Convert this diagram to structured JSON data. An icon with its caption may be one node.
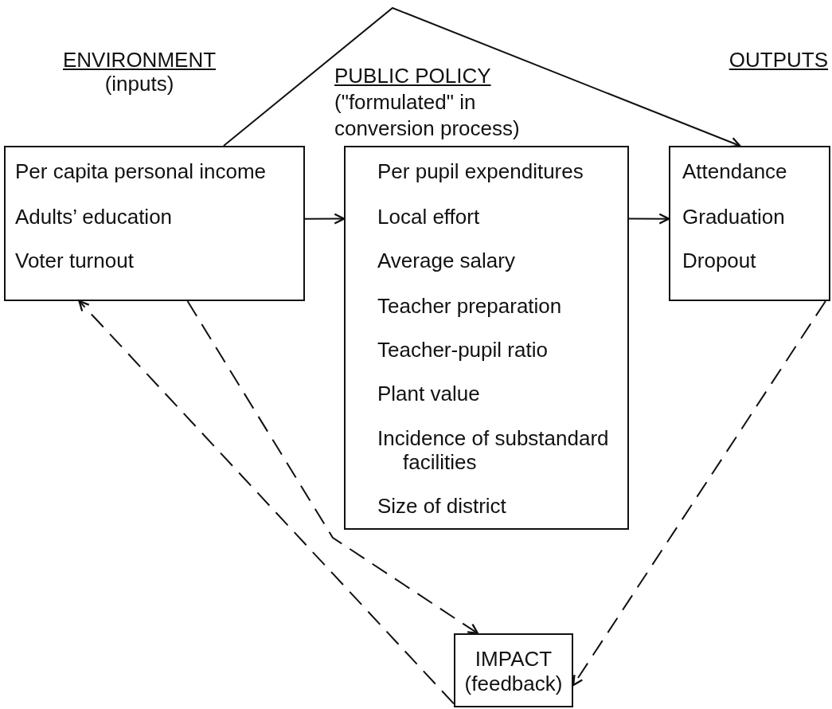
{
  "diagram": {
    "nodes": [
      {
        "text": [
          "ENVIRONMENT",
          "(inputs)",
          "Per capita personal income",
          "Adults’ education",
          "Voter turnout"
        ]
      },
      {
        "text": [
          "PUBLIC POLICY",
          "(\"formulated\" in conversion process)",
          "Per pupil expenditures",
          "Local effort",
          "Average salary",
          "Teacher preparation",
          "Teacher-pupil ratio",
          "Plant value",
          "Incidence of substandard facilities",
          "Size of district"
        ]
      },
      {
        "text": [
          "OUTPUTS",
          "Attendance",
          "Graduation",
          "Dropout"
        ]
      },
      {
        "text": [
          "IMPACT",
          "(feedback)"
        ]
      }
    ],
    "edges": [
      {
        "from": 0,
        "to": 1,
        "arrow": "to"
      },
      {
        "from": 1,
        "to": 2,
        "arrow": "to"
      },
      {
        "from": 0,
        "to": 2,
        "arrow": "to"
      },
      {
        "from": 0,
        "to": 3,
        "arrow": "to",
        "style": "dashed"
      },
      {
        "from": 3,
        "to": 0,
        "arrow": "to",
        "style": "dashed"
      },
      {
        "from": 2,
        "to": 3,
        "arrow": "to",
        "style": "dashed"
      }
    ]
  }
}
